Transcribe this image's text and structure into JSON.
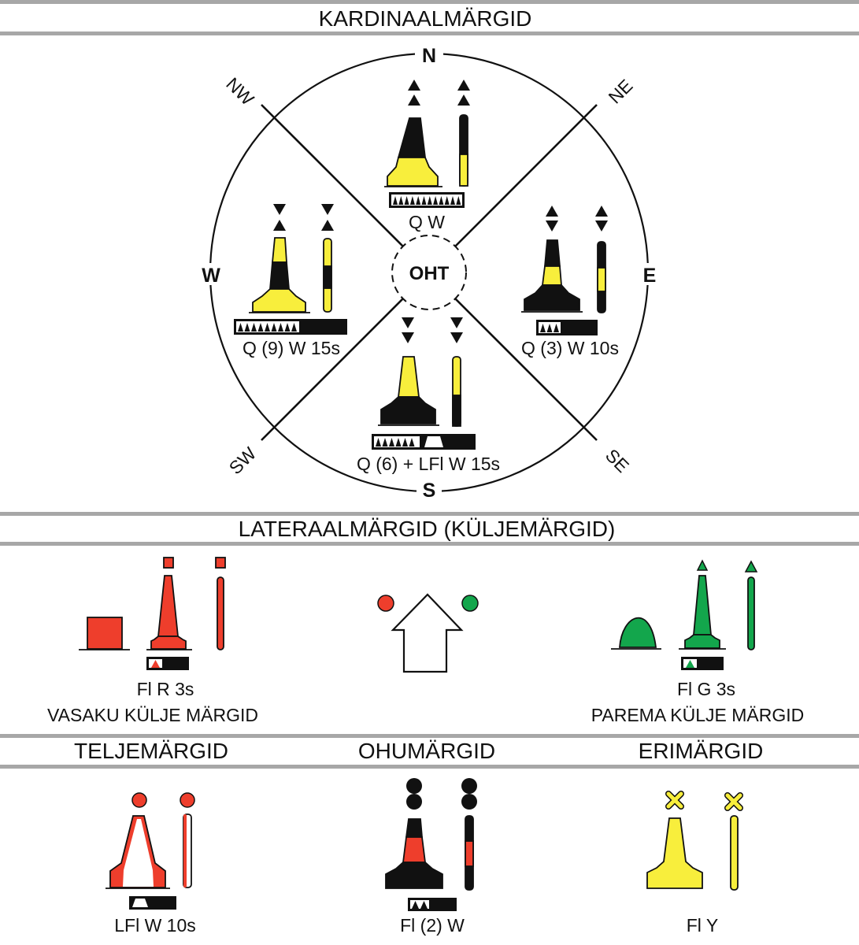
{
  "colors": {
    "yellow": "#f8ee3c",
    "red": "#ee3e2c",
    "green": "#13a64c",
    "black": "#111111",
    "rule": "#a7a7a7"
  },
  "sections": {
    "cardinal_title": "KARDINAALMÄRGID",
    "lateral_title": "LATERAALMÄRGID (KÜLJEMÄRGID)",
    "axis_title": "TELJEMÄRGID",
    "danger_title": "OHUMÄRGID",
    "special_title": "ERIMÄRGID"
  },
  "compass": {
    "n": "N",
    "s": "S",
    "e": "E",
    "w": "W",
    "ne": "NE",
    "nw": "NW",
    "se": "SE",
    "sw": "SW",
    "center": "OHT"
  },
  "cardinal": {
    "north": "Q W",
    "east": "Q (3) W 10s",
    "south": "Q (6) + LFl W 15s",
    "west": "Q (9) W 15s"
  },
  "lateral": {
    "port_light": "Fl R 3s",
    "port_caption": "VASAKU  KÜLJE  MÄRGID",
    "starboard_light": "Fl G 3s",
    "starboard_caption": "PAREMA  KÜLJE  MÄRGID"
  },
  "bottom": {
    "axis_light": "LFl W 10s",
    "danger_light": "Fl (2) W",
    "special_light": "Fl  Y"
  }
}
